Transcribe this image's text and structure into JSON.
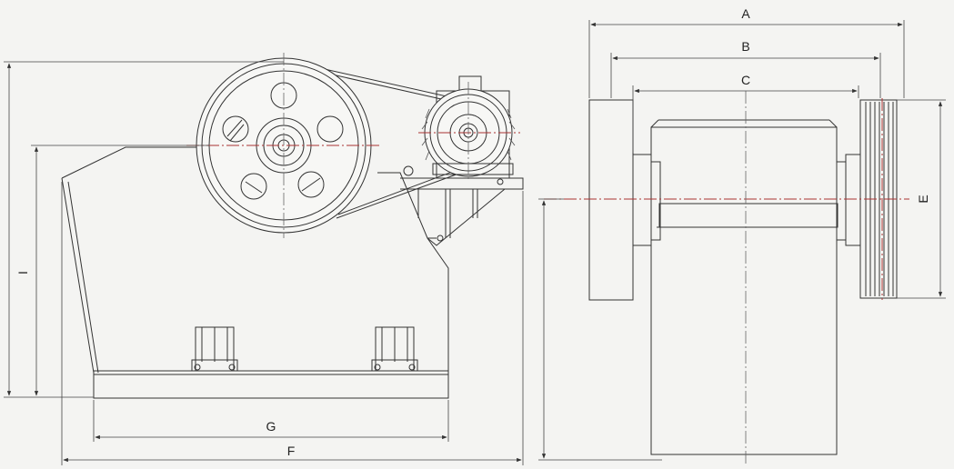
{
  "dimension_labels": {
    "A": "A",
    "B": "B",
    "C": "C",
    "E": "E",
    "F": "F",
    "G": "G",
    "I": "I"
  },
  "colors": {
    "line": "#333333",
    "centerline": "#aa3333",
    "background": "#f4f4f2"
  }
}
